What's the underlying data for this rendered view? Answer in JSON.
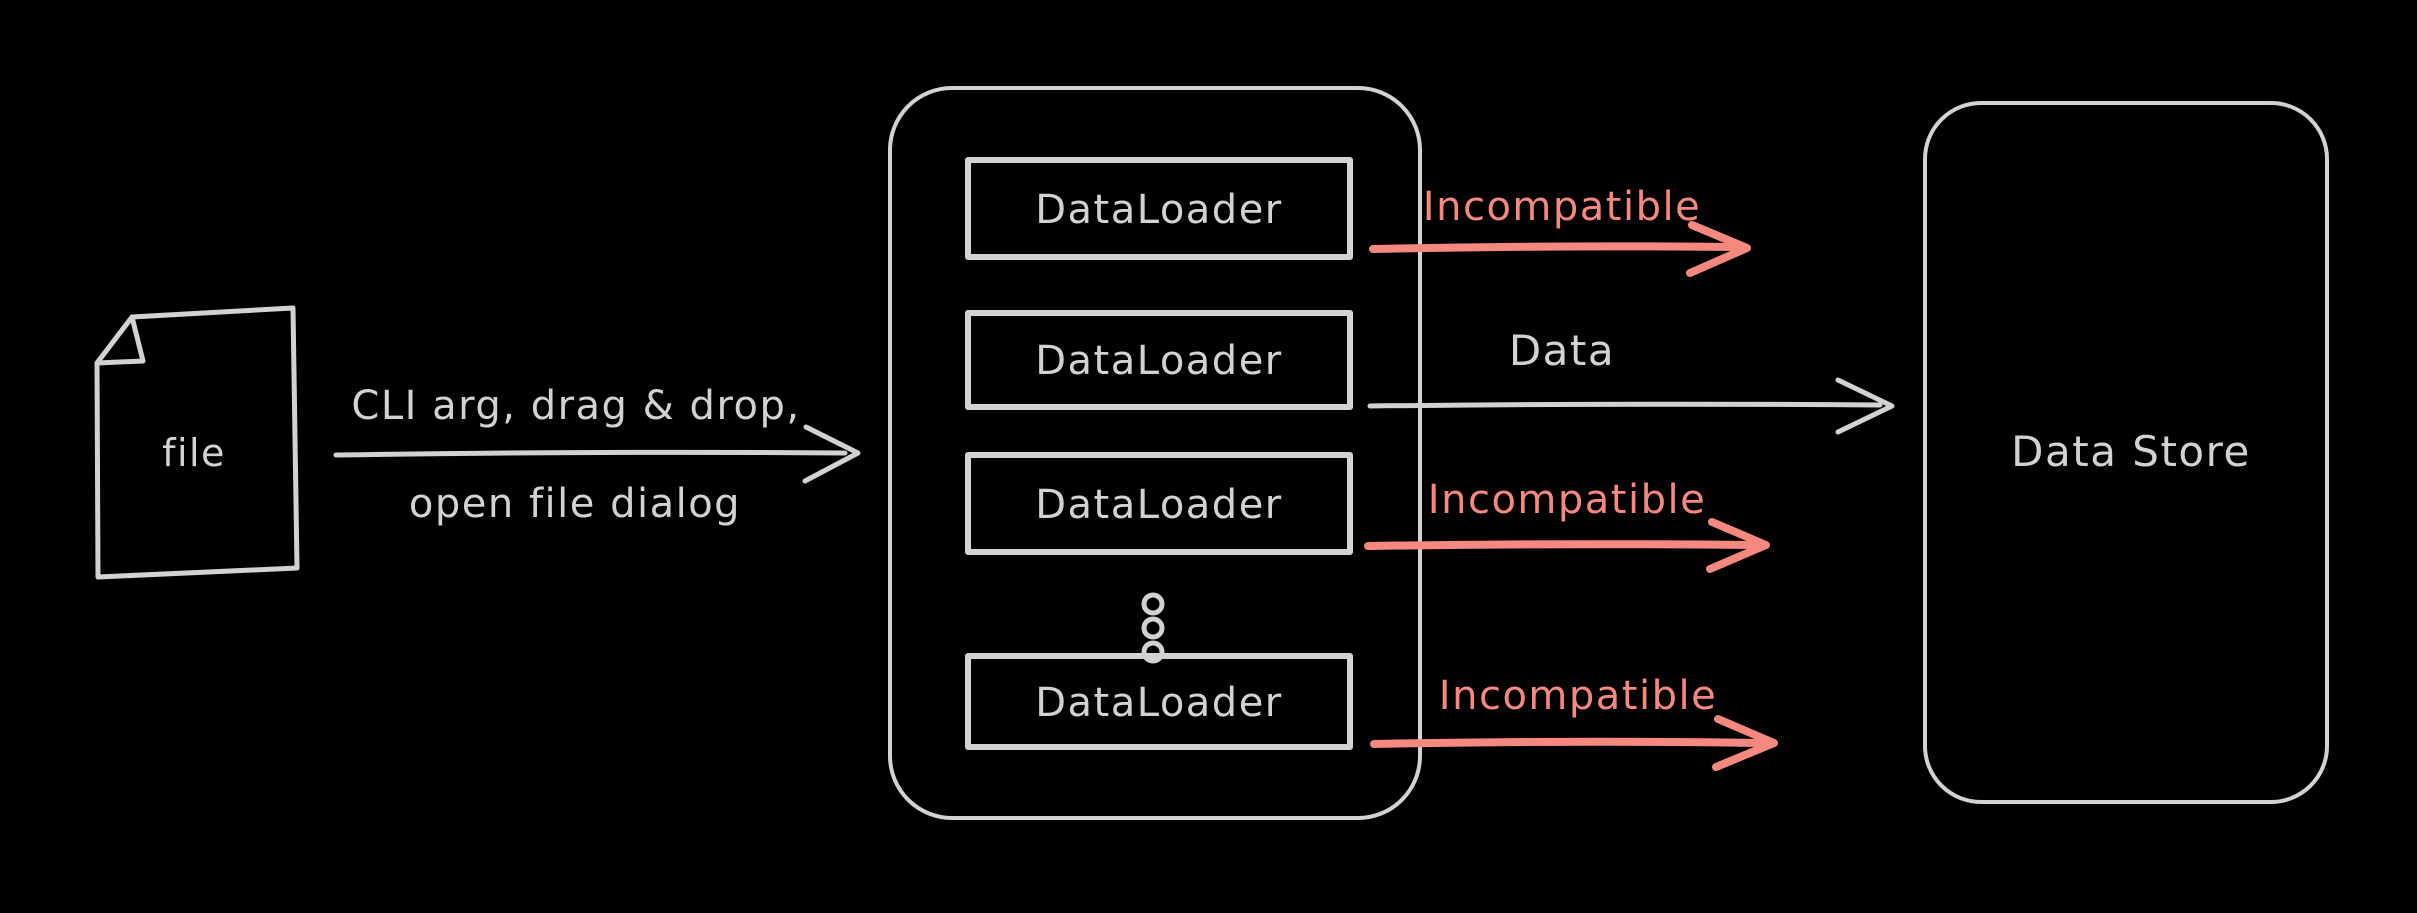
{
  "colors": {
    "background": "#000000",
    "stroke": "#d2d2d2",
    "incompatible": "#f6897f"
  },
  "file_node": {
    "label": "file"
  },
  "input_arrow": {
    "label_line1": "CLI arg, drag & drop,",
    "label_line2": "open file dialog"
  },
  "loader_stack": {
    "items": [
      {
        "label": "DataLoader"
      },
      {
        "label": "DataLoader"
      },
      {
        "label": "DataLoader"
      },
      {
        "label": "DataLoader"
      }
    ],
    "ellipsis_dot_count": 3
  },
  "outputs": [
    {
      "label": "Incompatible",
      "status": "incompatible"
    },
    {
      "label": "Data",
      "status": "data"
    },
    {
      "label": "Incompatible",
      "status": "incompatible"
    },
    {
      "label": "Incompatible",
      "status": "incompatible"
    }
  ],
  "data_store": {
    "label": "Data Store"
  }
}
